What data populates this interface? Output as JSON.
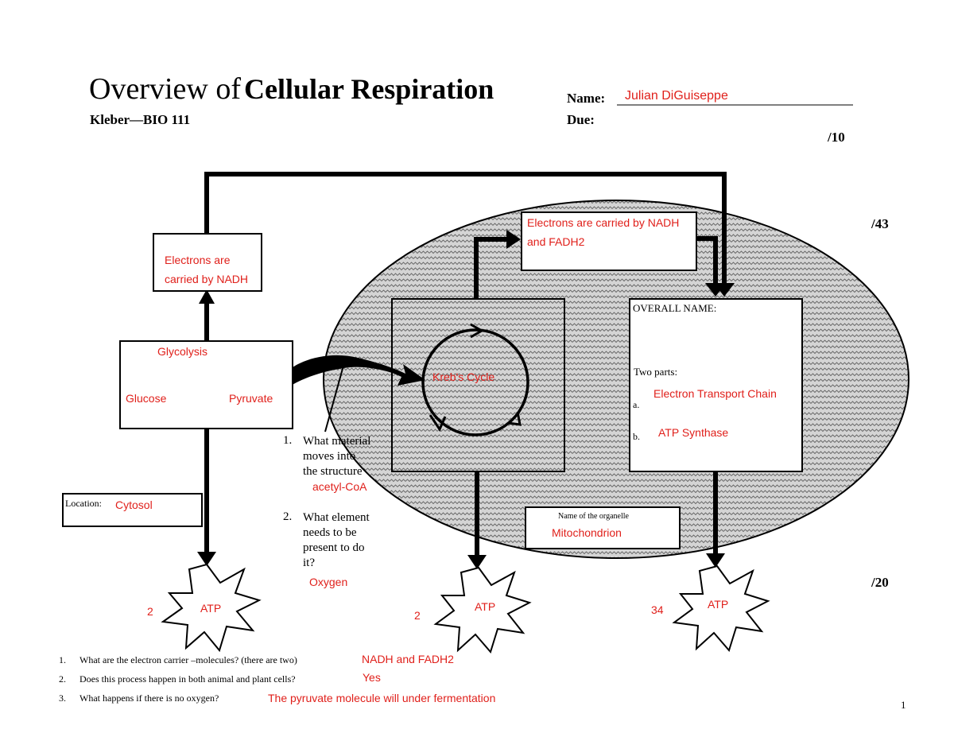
{
  "header": {
    "title_plain": "Overview of",
    "title_bold": "Cellular Respiration",
    "course": "Kleber—BIO 111",
    "name_label": "Name:",
    "name_value": "Julian DiGuiseppe",
    "due_label": "Due:",
    "score_1": "/10"
  },
  "scores": {
    "s43": "/43",
    "s20": "/20"
  },
  "page_number": "1",
  "boxes": {
    "glycolysis_carrier": "Electrons are carried by NADH",
    "mito_carrier": "Electrons are carried by NADH and FADH2",
    "glycolysis_title": "Glycolysis",
    "glucose": "Glucose",
    "pyruvate": "Pyruvate",
    "location_label": "Location:",
    "location_value": "Cytosol",
    "kreb": "Kreb's Cycle",
    "overall_name": "OVERALL NAME:",
    "two_parts": "Two parts:",
    "part_a_label": "a.",
    "part_a_value": "Electron Transport Chain",
    "part_b_label": "b.",
    "part_b_value": "ATP Synthase",
    "organelle_label": "Name of the organelle",
    "organelle_value": "Mitochondrion"
  },
  "middle_questions": {
    "q1_num": "1.",
    "q1_text": [
      "What material",
      "moves into",
      "the structure"
    ],
    "q1_answer": "acetyl-CoA",
    "q2_num": "2.",
    "q2_text": [
      "What element",
      "needs to be",
      "present to do",
      "it?"
    ],
    "q2_answer": "Oxygen"
  },
  "atp": {
    "label": "ATP",
    "left_count": "2",
    "mid_count": "2",
    "right_count": "34"
  },
  "bottom_questions": [
    {
      "num": "1.",
      "text": "What are the electron carrier –molecules? (there are two)",
      "answer": "NADH and FADH2"
    },
    {
      "num": "2.",
      "text": "Does this process happen in both animal and plant cells?",
      "answer": "Yes"
    },
    {
      "num": "3.",
      "text": "What happens if there is no oxygen?",
      "answer": "The pyruvate molecule will under fermentation"
    }
  ]
}
